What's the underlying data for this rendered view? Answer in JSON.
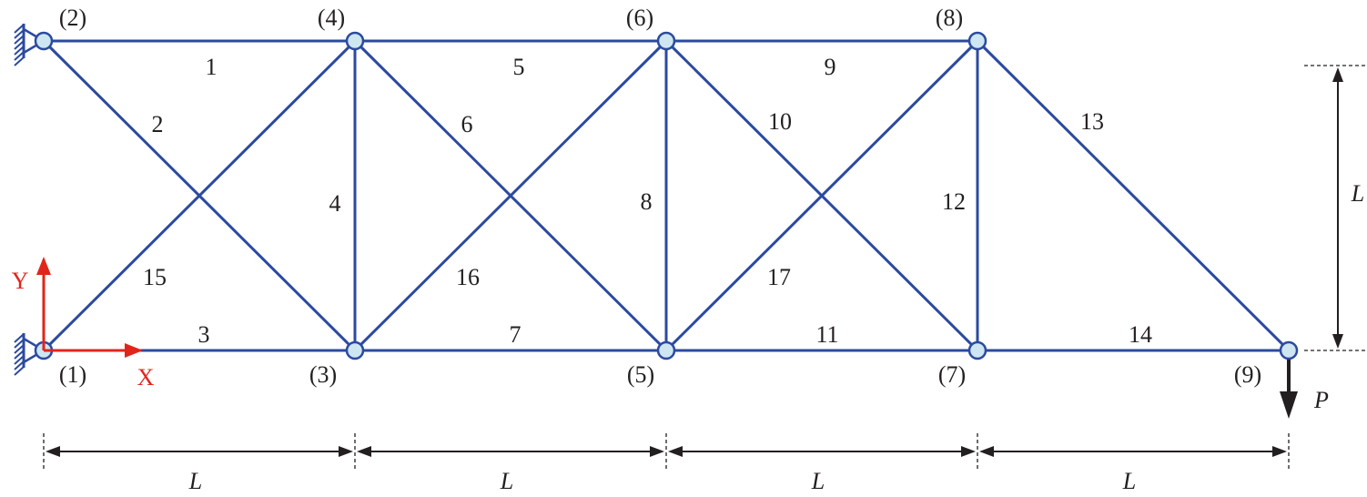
{
  "colors": {
    "member": "#2b4aa0",
    "node_fill": "#cde6f2",
    "node_stroke": "#2b4aa0",
    "axis": "#e1251b",
    "dimension": "#231f20",
    "support": "#2b4aa0"
  },
  "nodes": [
    {
      "id": 1,
      "label": "(1)"
    },
    {
      "id": 2,
      "label": "(2)"
    },
    {
      "id": 3,
      "label": "(3)"
    },
    {
      "id": 4,
      "label": "(4)"
    },
    {
      "id": 5,
      "label": "(5)"
    },
    {
      "id": 6,
      "label": "(6)"
    },
    {
      "id": 7,
      "label": "(7)"
    },
    {
      "id": 8,
      "label": "(8)"
    },
    {
      "id": 9,
      "label": "(9)"
    }
  ],
  "members": [
    {
      "label": "1",
      "from": 2,
      "to": 4
    },
    {
      "label": "2",
      "from": 2,
      "to": 3
    },
    {
      "label": "3",
      "from": 1,
      "to": 3
    },
    {
      "label": "4",
      "from": 3,
      "to": 4
    },
    {
      "label": "5",
      "from": 4,
      "to": 6
    },
    {
      "label": "6",
      "from": 4,
      "to": 5
    },
    {
      "label": "7",
      "from": 3,
      "to": 5
    },
    {
      "label": "8",
      "from": 5,
      "to": 6
    },
    {
      "label": "9",
      "from": 6,
      "to": 8
    },
    {
      "label": "10",
      "from": 6,
      "to": 7
    },
    {
      "label": "11",
      "from": 5,
      "to": 7
    },
    {
      "label": "12",
      "from": 7,
      "to": 8
    },
    {
      "label": "13",
      "from": 8,
      "to": 9
    },
    {
      "label": "14",
      "from": 7,
      "to": 9
    },
    {
      "label": "15",
      "from": 1,
      "to": 4
    },
    {
      "label": "16",
      "from": 3,
      "to": 6
    },
    {
      "label": "17",
      "from": 5,
      "to": 8
    }
  ],
  "supports": [
    {
      "node": 1,
      "type": "pin"
    },
    {
      "node": 2,
      "type": "pin"
    }
  ],
  "axes": {
    "x_label": "X",
    "y_label": "Y"
  },
  "load": {
    "node": 9,
    "label": "P",
    "direction": "down"
  },
  "dimensions": {
    "bay_label": "L",
    "height_label": "L",
    "bay_count": 4
  }
}
